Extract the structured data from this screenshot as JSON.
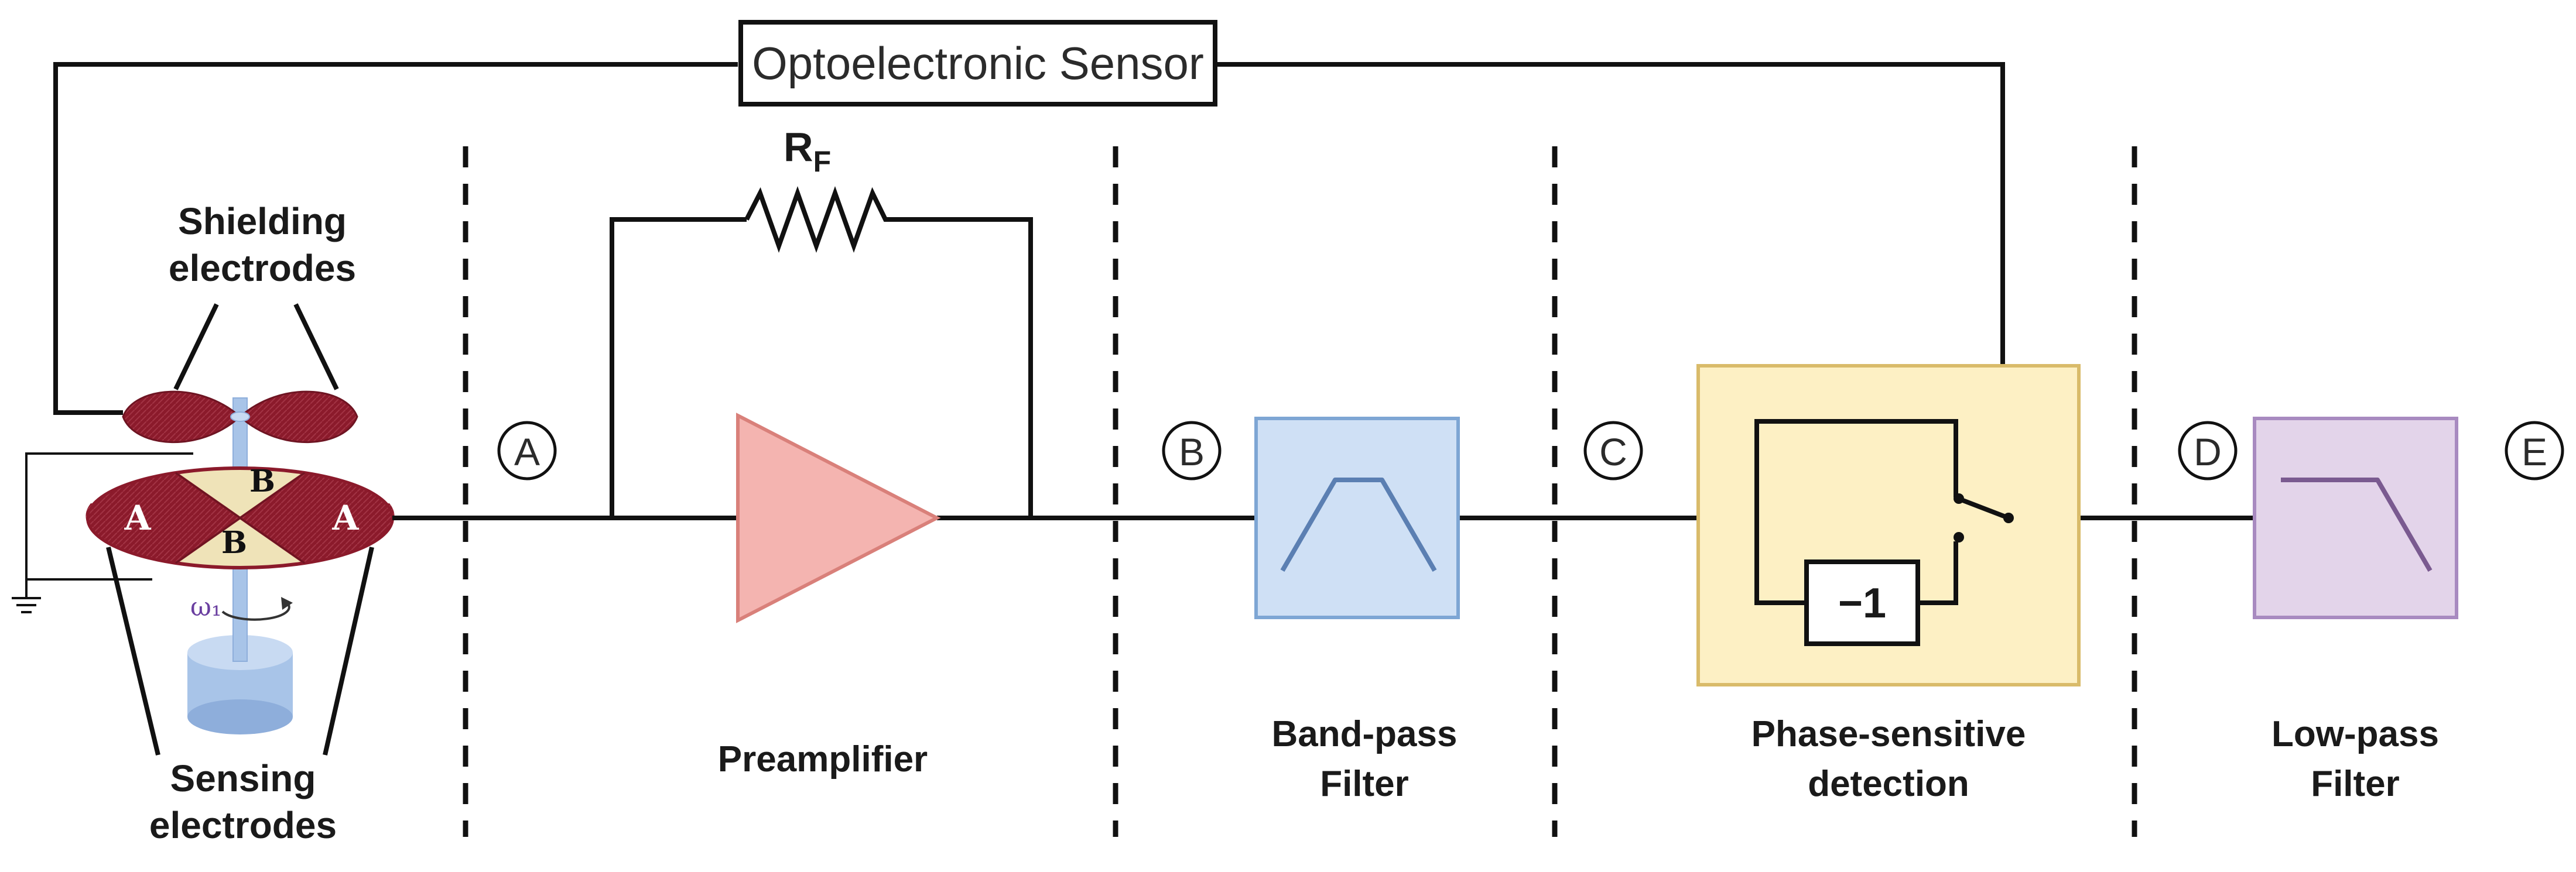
{
  "labels": {
    "sensor": "Optoelectronic Sensor",
    "shielding_line1": "Shielding",
    "shielding_line2": "electrodes",
    "sensing_line1": "Sensing",
    "sensing_line2": "electrodes",
    "rf_main": "R",
    "rf_sub": "F",
    "omega": "ω₁",
    "preamplifier": "Preamplifier",
    "bandpass_line1": "Band-pass",
    "bandpass_line2": "Filter",
    "psd_line1": "Phase-sensitive",
    "psd_line2": "detection",
    "lowpass_line1": "Low-pass",
    "lowpass_line2": "Filter",
    "inverter": "−1",
    "electrode_a": "A",
    "electrode_b": "B"
  },
  "points": [
    "A",
    "B",
    "C",
    "D",
    "E"
  ],
  "colors": {
    "electrode_red": "#8b1a2b",
    "electrode_yellow": "#efe3b8",
    "shaft_blue": "#a8c4e8",
    "amp_fill": "#f4b4b0",
    "amp_stroke": "#d9807a",
    "bandpass_fill": "#cfe0f5",
    "bandpass_stroke": "#7ea6d4",
    "psd_fill": "#fdf0c4",
    "psd_stroke": "#d9bb6a",
    "lowpass_fill": "#e3d4ea",
    "lowpass_stroke": "#a88ac0",
    "filter_curve": "#5b7fb2",
    "lowpass_curve": "#7a5a90",
    "omega_color": "#6a3fa0"
  }
}
